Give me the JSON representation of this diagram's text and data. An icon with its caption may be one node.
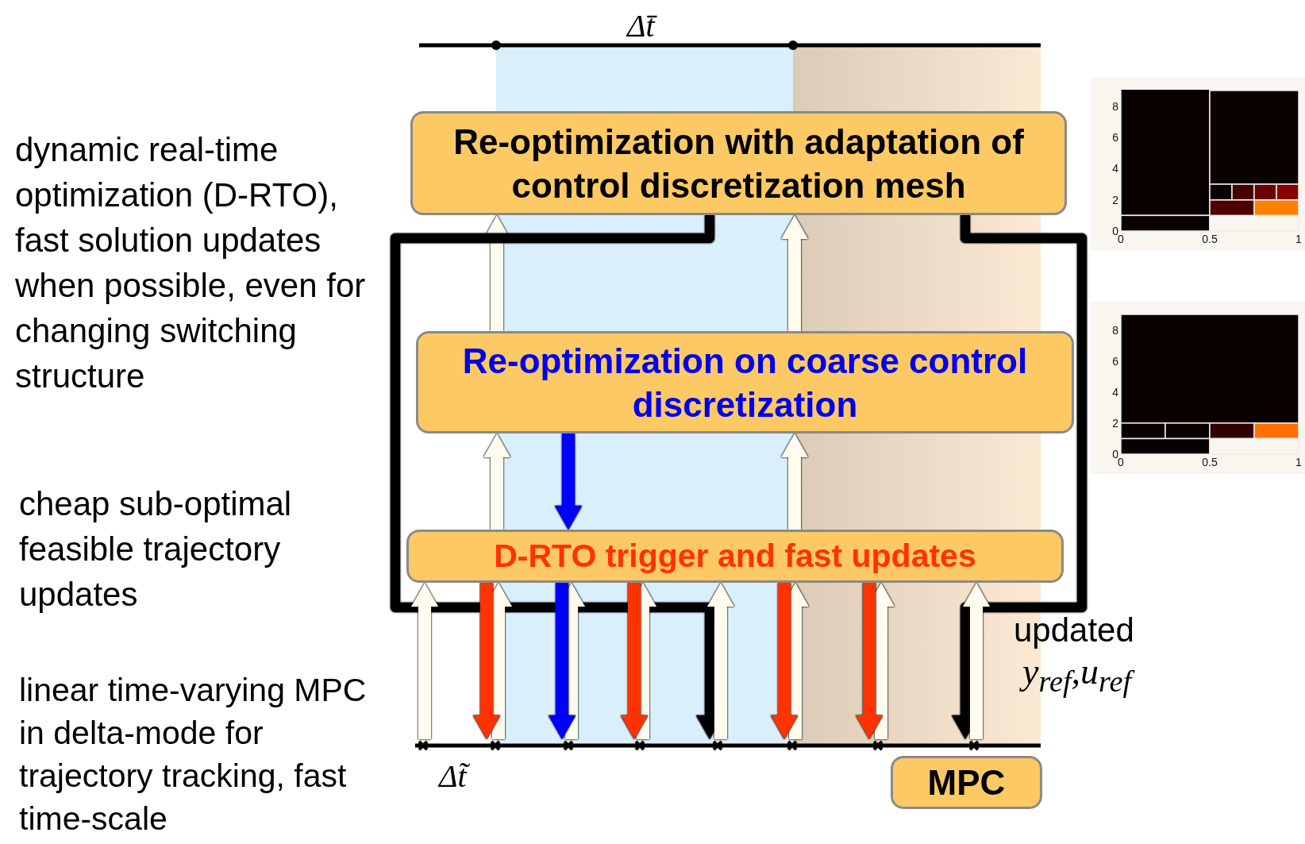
{
  "diagram": {
    "nodes": [
      {
        "text": [
          "Re-optimization with adaptation of control discretization mesh"
        ]
      },
      {
        "text": [
          "Re-optimization on coarse control discretization"
        ]
      },
      {
        "text": [
          "D-RTO trigger and fast updates"
        ]
      },
      {
        "text": [
          "MPC"
        ]
      },
      {
        "text": [],
        "shape": "cross"
      },
      {
        "text": [],
        "shape": "cross"
      },
      {
        "text": [],
        "shape": "cross"
      },
      {
        "text": [],
        "shape": "cross"
      },
      {
        "text": [],
        "shape": "cross"
      },
      {
        "text": [],
        "shape": "cross"
      },
      {
        "text": [],
        "shape": "cross"
      },
      {
        "text": [],
        "shape": "cross"
      }
    ],
    "edges": [
      {
        "from": 2,
        "to": 1,
        "arrow": "to"
      },
      {
        "from": 2,
        "to": 1,
        "arrow": "to"
      },
      {
        "from": 1,
        "to": 0,
        "arrow": "to"
      },
      {
        "from": 1,
        "to": 0,
        "arrow": "to"
      },
      {
        "from": 1,
        "to": 2,
        "arrow": "to",
        "color": "#0000ff"
      },
      {
        "from": 0,
        "to": 8,
        "arrow": "to",
        "color": "#000000"
      },
      {
        "from": 0,
        "to": 11,
        "arrow": "to",
        "color": "#000000"
      },
      {
        "from": 4,
        "to": 2,
        "arrow": "to"
      },
      {
        "from": 5,
        "to": 2,
        "arrow": "to"
      },
      {
        "from": 6,
        "to": 2,
        "arrow": "to"
      },
      {
        "from": 7,
        "to": 2,
        "arrow": "to"
      },
      {
        "from": 8,
        "to": 2,
        "arrow": "to"
      },
      {
        "from": 9,
        "to": 2,
        "arrow": "to"
      },
      {
        "from": 10,
        "to": 2,
        "arrow": "to"
      },
      {
        "from": 11,
        "to": 2,
        "arrow": "to"
      },
      {
        "from": 2,
        "to": 5,
        "arrow": "to",
        "color": "#ff3300"
      },
      {
        "from": 2,
        "to": 6,
        "arrow": "to",
        "color": "#0000ff"
      },
      {
        "from": 2,
        "to": 7,
        "arrow": "to",
        "color": "#ff3300"
      },
      {
        "from": 2,
        "to": 9,
        "arrow": "to",
        "color": "#ff3300"
      },
      {
        "from": 2,
        "to": 10,
        "arrow": "to",
        "color": "#ff3300"
      }
    ],
    "labels": [
      "Δt̄",
      "dynamic real-time optimization (D-RTO), fast solution updates when possible, even for changing switching structure",
      "8",
      "6",
      "4",
      "2",
      "0",
      "0",
      "0.5",
      "1",
      "8",
      "6",
      "4",
      "2",
      "0",
      "0",
      "0.5",
      "1",
      "cheap sub-optimal feasible trajectory updates",
      "updated",
      "y$_{ref}$,u$_{ref}$",
      "linear time-varying MPC in delta-mode for trajectory tracking, fast time-scale",
      "Δt̃"
    ]
  }
}
